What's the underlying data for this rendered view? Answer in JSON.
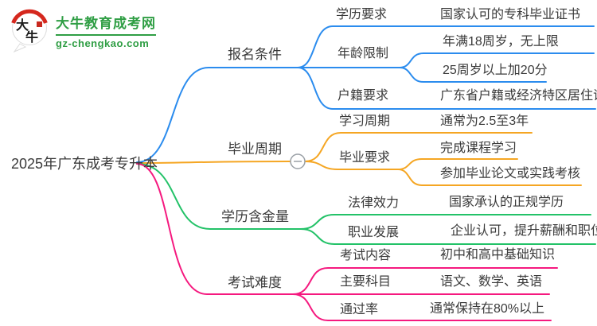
{
  "logo": {
    "badge": {
      "char1": "大",
      "char2": "牛"
    },
    "site_name": "大牛教育成考网",
    "site_url": "gz-chengkao.com",
    "brand_color": "#2f9e44",
    "badge_red": "#d5281e"
  },
  "root": {
    "label": "2025年广东成考专升本"
  },
  "colors": {
    "blue": "#2b8cee",
    "orange": "#f5a623",
    "green": "#23c268",
    "pink": "#f5197f",
    "collapse_gray": "#9aa0a6",
    "text": "#333333"
  },
  "collapse_button": {
    "glyph": "−",
    "state": "expanded"
  },
  "branches": [
    {
      "label": "报名条件",
      "color": "#2b8cee",
      "children": [
        {
          "label": "学历要求",
          "values": [
            "国家认可的专科毕业证书"
          ]
        },
        {
          "label": "年龄限制",
          "values": [
            "年满18周岁，无上限",
            "25周岁以上加20分"
          ]
        },
        {
          "label": "户籍要求",
          "values": [
            "广东省户籍或经济特区居住证"
          ]
        }
      ]
    },
    {
      "label": "毕业周期",
      "color": "#f5a623",
      "children": [
        {
          "label": "学习周期",
          "values": [
            "通常为2.5至3年"
          ]
        },
        {
          "label": "毕业要求",
          "values": [
            "完成课程学习",
            "参加毕业论文或实践考核"
          ]
        }
      ]
    },
    {
      "label": "学历含金量",
      "color": "#23c268",
      "children": [
        {
          "label": "法律效力",
          "values": [
            "国家承认的正规学历"
          ]
        },
        {
          "label": "职业发展",
          "values": [
            "企业认可，提升薪酬和职位"
          ]
        }
      ]
    },
    {
      "label": "考试难度",
      "color": "#f5197f",
      "children": [
        {
          "label": "考试内容",
          "values": [
            "初中和高中基础知识"
          ]
        },
        {
          "label": "主要科目",
          "values": [
            "语文、数学、英语"
          ]
        },
        {
          "label": "通过率",
          "values": [
            "通常保持在80%以上"
          ]
        }
      ]
    }
  ]
}
